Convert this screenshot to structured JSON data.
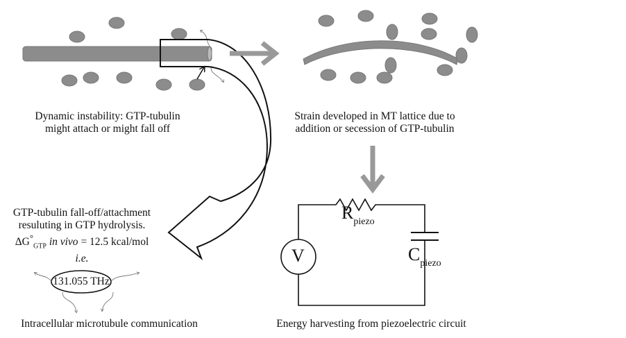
{
  "captions": {
    "dynamic_instability": [
      "Dynamic instability: GTP-tubulin",
      "might attach or might fall off"
    ],
    "strain": [
      "Strain developed in MT lattice due to",
      "addition or secession of GTP-tubulin"
    ],
    "hydrolysis": [
      "GTP-tubulin fall-off/attachment",
      "resuluting in GTP hydrolysis."
    ],
    "delta_g": {
      "symbol": "ΔG",
      "degree": "°",
      "subscript": "GTP",
      "condition": "in vivo",
      "value": "= 12.5 kcal/mol"
    },
    "ie": "i.e.",
    "frequency": "131.055 THz",
    "communication": "Intracellular microtubule communication",
    "energy_harvesting": "Energy harvesting from piezoelectric circuit"
  },
  "circuit": {
    "resistor": {
      "symbol": "R",
      "subscript": "piezo"
    },
    "capacitor": {
      "symbol": "C",
      "subscript": "piezo"
    },
    "source": "V"
  },
  "colors": {
    "tubulin": "#8c8c8c",
    "arrow": "#999999",
    "line": "#111111"
  }
}
